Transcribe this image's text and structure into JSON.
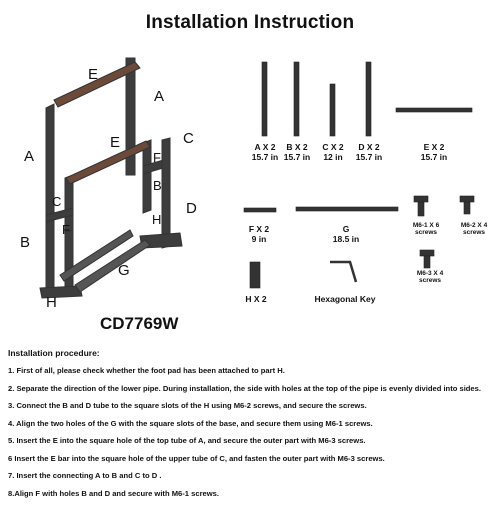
{
  "title": "Installation Instruction",
  "model": "CD7769W",
  "assembly_labels": {
    "e_top": "E",
    "a_right": "A",
    "a_left": "A",
    "e_mid": "E",
    "c_right": "C",
    "f_right": "F",
    "b_right": "B",
    "d_right": "D",
    "h_right": "H",
    "c_left": "C",
    "f_left": "F",
    "b_left": "B",
    "g_base": "G",
    "h_left": "H"
  },
  "parts": [
    {
      "id": "A",
      "label": "A X 2",
      "length": "15.7 in"
    },
    {
      "id": "B",
      "label": "B X 2",
      "length": "15.7 in"
    },
    {
      "id": "C",
      "label": "C X 2",
      "length": "12 in"
    },
    {
      "id": "D",
      "label": "D X 2",
      "length": "15.7 in"
    },
    {
      "id": "E",
      "label": "E X 2",
      "length": "15.7 in"
    },
    {
      "id": "F",
      "label": "F X 2",
      "length": "9 in"
    },
    {
      "id": "G",
      "label": "G",
      "length": "18.5 in"
    },
    {
      "id": "H",
      "label": "H X 2",
      "length": ""
    }
  ],
  "screws": [
    {
      "label": "M6-1 X 6",
      "sub": "screws"
    },
    {
      "label": "M6-2 X 4",
      "sub": "screws"
    },
    {
      "label": "M6-3 X 4",
      "sub": "screws"
    }
  ],
  "hex_key": "Hexagonal Key",
  "procedure_title": "Installation procedure:",
  "steps": [
    "1. First of all, please check whether the foot pad has been attached to part H.",
    "2. Separate the direction of the lower pipe. During installation, the side with holes at the top of the pipe is evenly divided into sides.",
    "3. Connect the B and D tube to the square slots of the H using M6-2 screws, and secure the screws.",
    "4. Align the two holes of the G with the square slots of the base, and secure them using M6-1 screws.",
    "5. Insert the E into the square hole of the top tube of A, and secure the outer part with M6-3 screws.",
    "6 Insert the E  bar into the square hole of the upper tube of C, and fasten the outer part with M6-3 screws.",
    "7. Insert the connecting A to B and C to D .",
    "8.Align F with holes B and D and secure with M6-1 screws."
  ]
}
